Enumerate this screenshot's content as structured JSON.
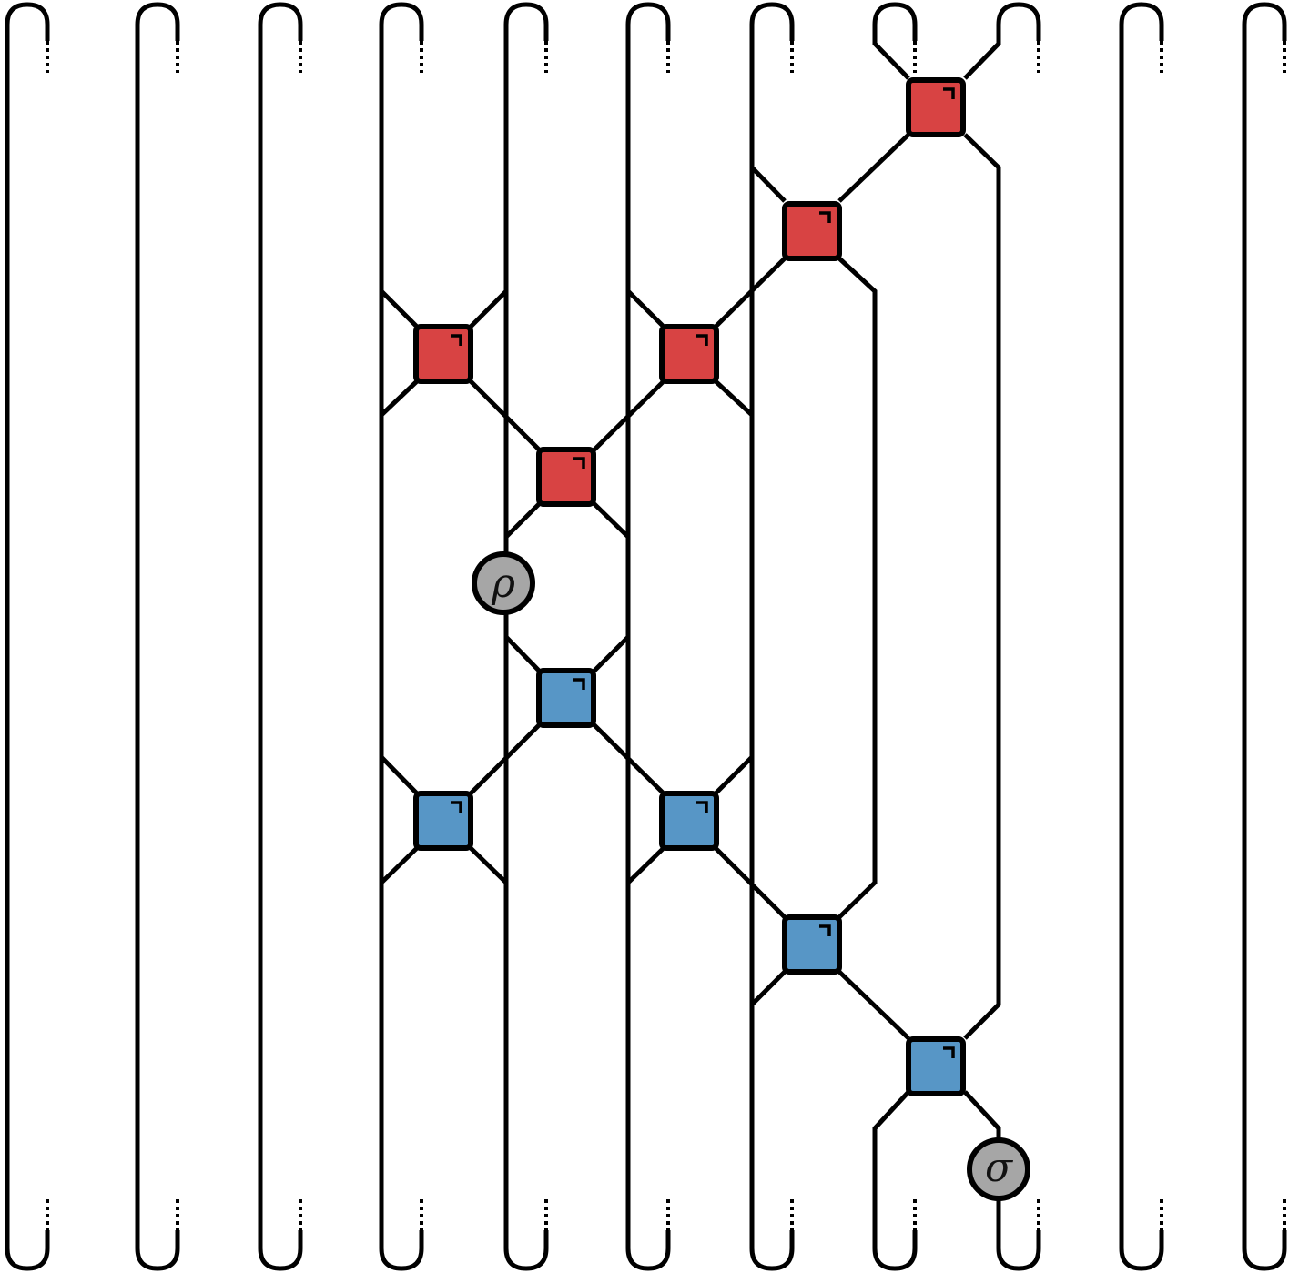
{
  "diagram": {
    "wire_count": 11,
    "colors": {
      "background": "#ffffff",
      "wire": "#000000",
      "gate_red": "#d84343",
      "gate_blue": "#5796c6",
      "state_fill": "#a6a6a6"
    },
    "gates": [
      {
        "color": "red",
        "wires": [
          3,
          4
        ],
        "layer": 1
      },
      {
        "color": "red",
        "wires": [
          5,
          6
        ],
        "layer": 1
      },
      {
        "color": "red",
        "wires": [
          4,
          5
        ],
        "layer": 2
      },
      {
        "color": "red",
        "wires": [
          6,
          7
        ],
        "layer": 3
      },
      {
        "color": "red",
        "wires": [
          7,
          8
        ],
        "layer": 4
      },
      {
        "color": "blue",
        "wires": [
          4,
          5
        ],
        "layer": 5
      },
      {
        "color": "blue",
        "wires": [
          3,
          4
        ],
        "layer": 6
      },
      {
        "color": "blue",
        "wires": [
          5,
          6
        ],
        "layer": 6
      },
      {
        "color": "blue",
        "wires": [
          6,
          7
        ],
        "layer": 7
      },
      {
        "color": "blue",
        "wires": [
          7,
          8
        ],
        "layer": 8
      }
    ],
    "states": [
      {
        "label": "ρ",
        "wire": 4
      },
      {
        "label": "σ",
        "wire": 8
      }
    ]
  }
}
